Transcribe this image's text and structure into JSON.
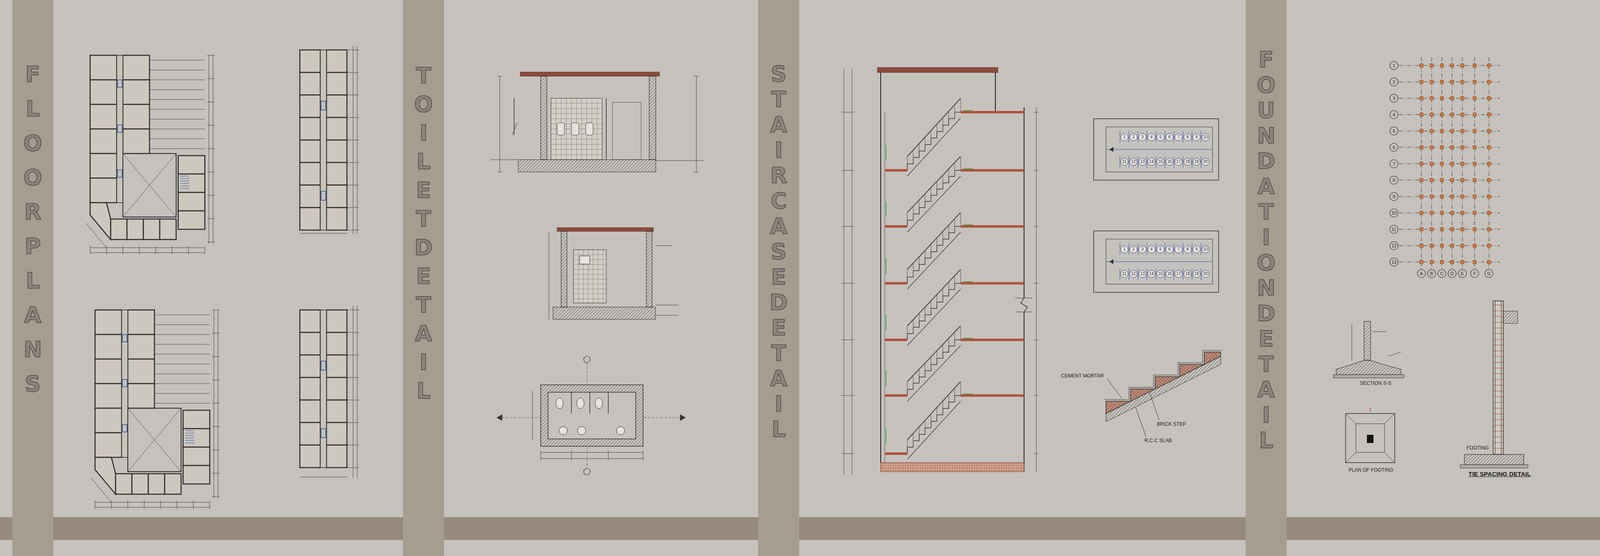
{
  "diagram": {
    "nodes": [
      {
        "text": [
          "FLOOR PLANS"
        ]
      },
      {
        "text": [
          "TOILET DETAIL"
        ]
      },
      {
        "text": [
          "STAIRCASE DETAIL"
        ]
      },
      {
        "text": [
          "FOUNDATION DETAIL"
        ]
      }
    ],
    "labels": [
      "SECTION S-S",
      "PLAN OF FOOTING",
      "TIE SPACING DETAIL",
      "FOOTING",
      "CEMENT MORTAR",
      "BRICK STEP",
      "R.C.C SLAB",
      "1",
      "2",
      "3",
      "4",
      "5",
      "6",
      "7",
      "8",
      "9",
      "10",
      "11",
      "12",
      "13",
      "A",
      "B",
      "C",
      "D",
      "E",
      "F",
      "G",
      "1",
      "2",
      "3",
      "4",
      "5",
      "6",
      "7",
      "8",
      "9",
      "10",
      "11",
      "12",
      "13",
      "14",
      "15",
      "16",
      "17",
      "18",
      "19",
      "20",
      "1",
      "2",
      "3",
      "4",
      "5",
      "6",
      "7",
      "8",
      "9",
      "10",
      "11",
      "12",
      "13",
      "14",
      "15",
      "16",
      "17",
      "18",
      "19",
      "20"
    ]
  }
}
